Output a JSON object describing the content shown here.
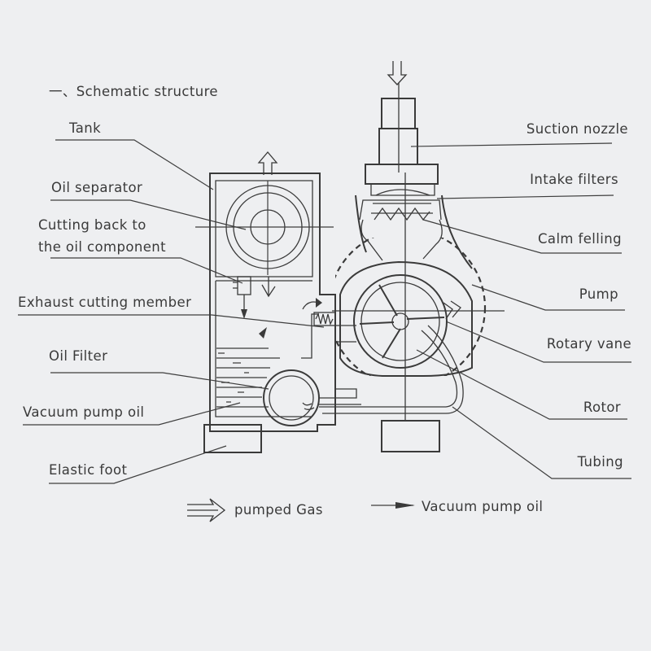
{
  "title": "一、Schematic structure",
  "labels": {
    "tank": "Tank",
    "oil_separator": "Oil separator",
    "cutting_back_line1": "Cutting back to",
    "cutting_back_line2": "the oil component",
    "exhaust_cutting_member": "Exhaust cutting member",
    "oil_filter": "Oil Filter",
    "vacuum_pump_oil": "Vacuum pump oil",
    "elastic_foot": "Elastic foot",
    "suction_nozzle": "Suction nozzle",
    "intake_filters": "Intake filters",
    "calm_felling": "Calm felling",
    "pump": "Pump",
    "rotary_vane": "Rotary vane",
    "rotor": "Rotor",
    "tubing": "Tubing"
  },
  "legend": {
    "pumped_gas": "pumped Gas",
    "vacuum_pump_oil": "Vacuum pump oil"
  },
  "colors": {
    "background": "#eeeff1",
    "ink": "#3a3a3a"
  }
}
